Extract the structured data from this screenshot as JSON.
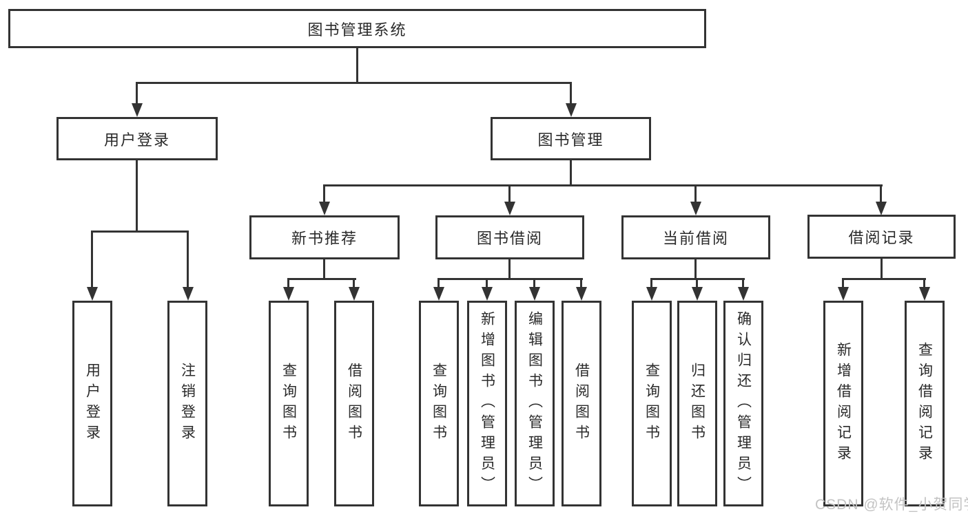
{
  "diagram": {
    "type": "hierarchy-tree",
    "watermark": "CSDN @软件_小贺同学",
    "colors": {
      "line": "#333333",
      "box_border": "#333333",
      "text": "#2a2a2a",
      "watermark": "#c3c3c3",
      "background": "#ffffff"
    },
    "tree": {
      "label": "图书管理系统",
      "children": [
        {
          "label": "用户登录",
          "children": [
            {
              "label": "用户登录"
            },
            {
              "label": "注销登录"
            }
          ]
        },
        {
          "label": "图书管理",
          "children": [
            {
              "label": "新书推荐",
              "children": [
                {
                  "label": "查询图书"
                },
                {
                  "label": "借阅图书"
                }
              ]
            },
            {
              "label": "图书借阅",
              "children": [
                {
                  "label": "查询图书"
                },
                {
                  "label": "新增图书（管理员）"
                },
                {
                  "label": "编辑图书（管理员）"
                },
                {
                  "label": "借阅图书"
                }
              ]
            },
            {
              "label": "当前借阅",
              "children": [
                {
                  "label": "查询图书"
                },
                {
                  "label": "归还图书"
                },
                {
                  "label": "确认归还（管理员）"
                }
              ]
            },
            {
              "label": "借阅记录",
              "children": [
                {
                  "label": "新增借阅记录"
                },
                {
                  "label": "查询借阅记录"
                }
              ]
            }
          ]
        }
      ]
    }
  }
}
